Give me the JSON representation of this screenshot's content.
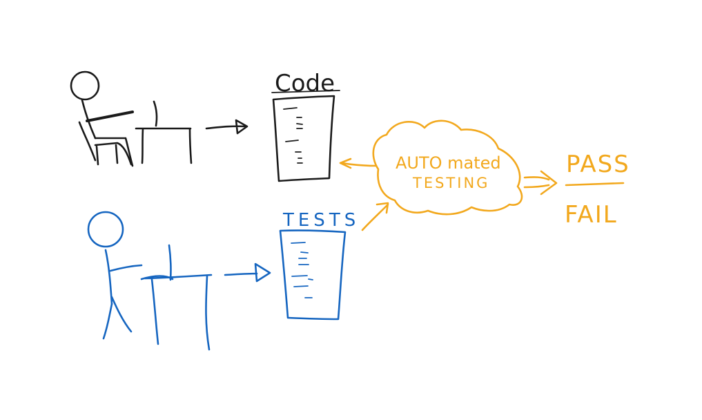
{
  "colors": {
    "developer": "#1a1a1a",
    "tester": "#1565c0",
    "automation": "#f2a81d",
    "background": "#ffffff"
  },
  "labels": {
    "code": "Code",
    "tests": "TESTS",
    "automated_testing_line1": "AUTO mated",
    "automated_testing_line2": "TESTING",
    "pass": "PASS",
    "fail": "FAIL"
  }
}
